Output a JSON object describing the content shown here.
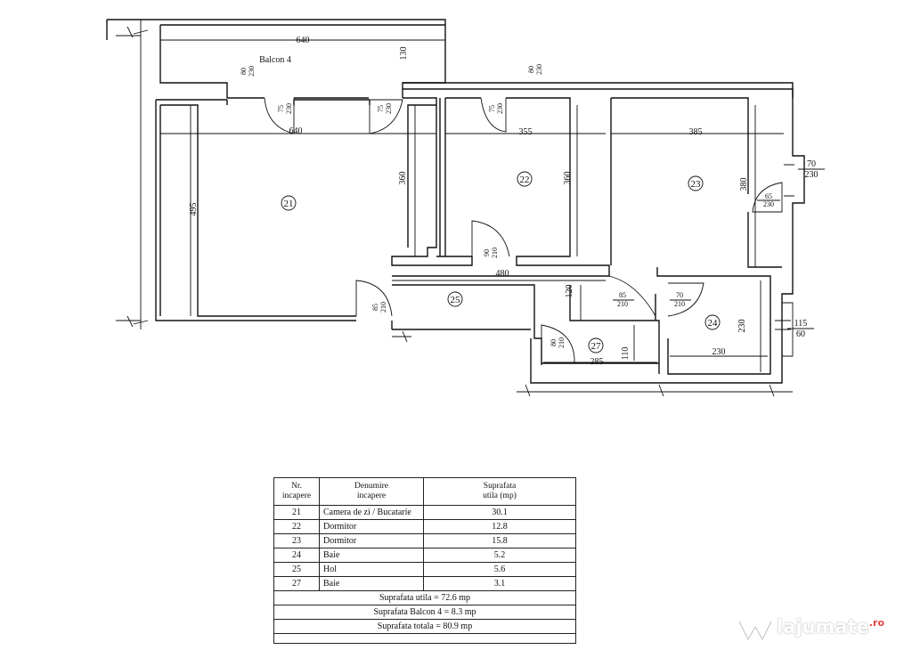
{
  "plan": {
    "balcony_label": "Balcon 4",
    "dims": {
      "top_640": "640",
      "bal_130": "130",
      "room21_640": "640",
      "room21_495": "495",
      "room21_360": "360",
      "room22_355": "355",
      "room22_360": "360",
      "room23_385": "385",
      "room23_380": "380",
      "hall_480": "480",
      "hall_120": "120",
      "bath24_230h": "230",
      "bath24_230w": "230",
      "bath27_285": "285",
      "bath27_110": "110"
    },
    "doors": {
      "d1_top": "80",
      "d1_bot": "230",
      "d2_top": "75",
      "d2_bot": "230",
      "d3_top": "75",
      "d3_bot": "230",
      "d4_top": "75",
      "d4_bot": "230",
      "d5_top": "80",
      "d5_bot": "230",
      "d6_top": "90",
      "d6_bot": "210",
      "d7_top": "65",
      "d7_bot": "230",
      "w1_top": "70",
      "w1_bot": "230",
      "d8_top": "85",
      "d8_bot": "210",
      "d9_top": "85",
      "d9_bot": "210",
      "d10_top": "70",
      "d10_bot": "210",
      "d11_top": "80",
      "d11_bot": "210",
      "w2_top": "115",
      "w2_bot": "60"
    },
    "rooms": {
      "r21": "21",
      "r22": "22",
      "r23": "23",
      "r24": "24",
      "r25": "25",
      "r27": "27"
    }
  },
  "table": {
    "headers": [
      "Nr.\nincapere",
      "Denumire\nincapere",
      "Suprafata\nutila (mp)"
    ],
    "rows": [
      [
        "21",
        "Camera de zi / Bucatarie",
        "30.1"
      ],
      [
        "22",
        "Dormitor",
        "12.8"
      ],
      [
        "23",
        "Dormitor",
        "15.8"
      ],
      [
        "24",
        "Baie",
        "5.2"
      ],
      [
        "25",
        "Hol",
        "5.6"
      ],
      [
        "27",
        "Baie",
        "3.1"
      ]
    ],
    "totals": [
      "Suprafata utila = 72.6 mp",
      "Suprafata Balcon 4 = 8.3 mp",
      "Suprafata totala = 80.9 mp"
    ]
  },
  "watermark": {
    "text": "lajumate",
    "suffix": ".ro"
  }
}
